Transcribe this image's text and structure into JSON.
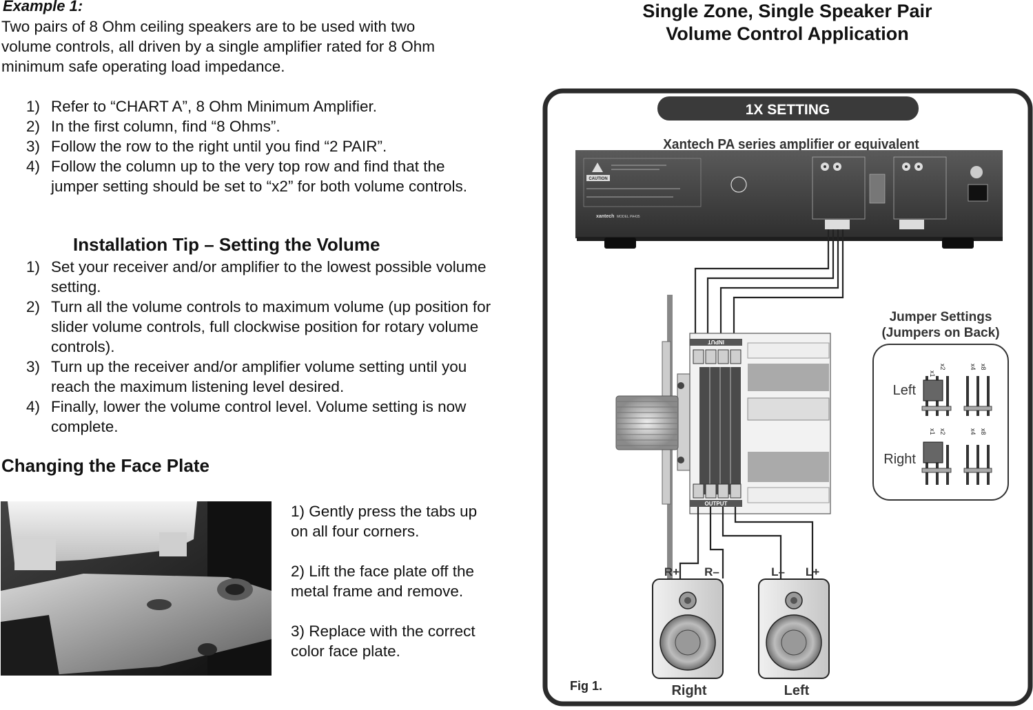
{
  "example": {
    "title": "Example 1:",
    "intro_lines": [
      "Two pairs of 8 Ohm ceiling speakers are to be used with two",
      "volume controls, all driven by a single amplifier rated for 8 Ohm",
      "minimum safe operating load impedance."
    ],
    "steps": [
      {
        "num": "1)",
        "text": "Refer to “CHART A”, 8 Ohm Minimum Amplifier."
      },
      {
        "num": "2)",
        "text": "In the first column, find “8 Ohms”."
      },
      {
        "num": "3)",
        "text": "Follow the row to the right until you find “2 PAIR”."
      },
      {
        "num": "4)",
        "text": "Follow the column up to the very top row and find that the jumper setting should be set to “x2” for both volume controls."
      }
    ]
  },
  "tip": {
    "heading": "Installation Tip – Setting the Volume",
    "steps": [
      {
        "num": "1)",
        "text": "Set your receiver and/or amplifier to the lowest possible volume setting."
      },
      {
        "num": "2)",
        "text": "Turn all the volume controls to maximum volume (up position for slider volume controls, full clockwise position for rotary volume controls)."
      },
      {
        "num": "3)",
        "text": "Turn up the receiver and/or amplifier volume setting until you reach the maximum listening level desired."
      },
      {
        "num": "4)",
        "text": "Finally, lower the volume control level. Volume setting is now complete."
      }
    ]
  },
  "faceplate": {
    "heading": "Changing the Face Plate",
    "steps": [
      "1) Gently press the tabs up on all four corners.",
      "2) Lift the face plate off the metal frame and remove.",
      "3) Replace with the correct color face plate."
    ]
  },
  "diagram": {
    "title_line1": "Single Zone, Single Speaker Pair",
    "title_line2": "Volume Control Application",
    "setting_badge": "1X SETTING",
    "amp_caption": "Xantech PA series amplifier or equivalent",
    "amp_brand": "xantech",
    "amp_model": "MODEL PA435",
    "amp_caution": "CAUTION",
    "input_label": "INPUT",
    "output_label": "OUTPUT",
    "terminal_labels": [
      "R+",
      "R–",
      "L–",
      "L+"
    ],
    "jumper_title_1": "Jumper Settings",
    "jumper_title_2": "(Jumpers on Back)",
    "jumper_left": "Left",
    "jumper_right": "Right",
    "jumper_marks": [
      "x1",
      "x2",
      "x4",
      "x8"
    ],
    "speaker_right": "Right",
    "speaker_left": "Left",
    "fig_label": "Fig 1."
  }
}
